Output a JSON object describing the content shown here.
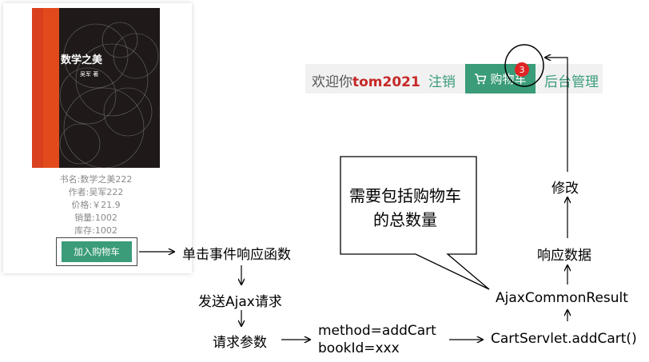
{
  "book": {
    "cover_title": "数学之美",
    "cover_author": "吴军 著",
    "name": "书名:数学之美222",
    "author": "作者:吴军222",
    "price": "价格:￥21.9",
    "sales": "销量:1002",
    "stock": "库存:1002",
    "add_button": "加入购物车"
  },
  "header": {
    "welcome_prefix": "欢迎你",
    "username": "tom2021",
    "logout": "注销",
    "cart": "购物车",
    "cart_count": "3",
    "admin": "后台管理"
  },
  "flow": {
    "click_event": "单击事件响应函数",
    "send_ajax": "发送Ajax请求",
    "request_params": "请求参数",
    "param_method": "method=addCart",
    "param_book": "bookId=xxx",
    "servlet": "CartServlet.addCart()",
    "result": "AjaxCommonResult",
    "response_data": "响应数据",
    "modify": "修改",
    "callout": "需要包括购物车的总数量"
  },
  "colors": {
    "accent": "#3a9c79",
    "username": "#c62828",
    "badge": "#e02424"
  }
}
